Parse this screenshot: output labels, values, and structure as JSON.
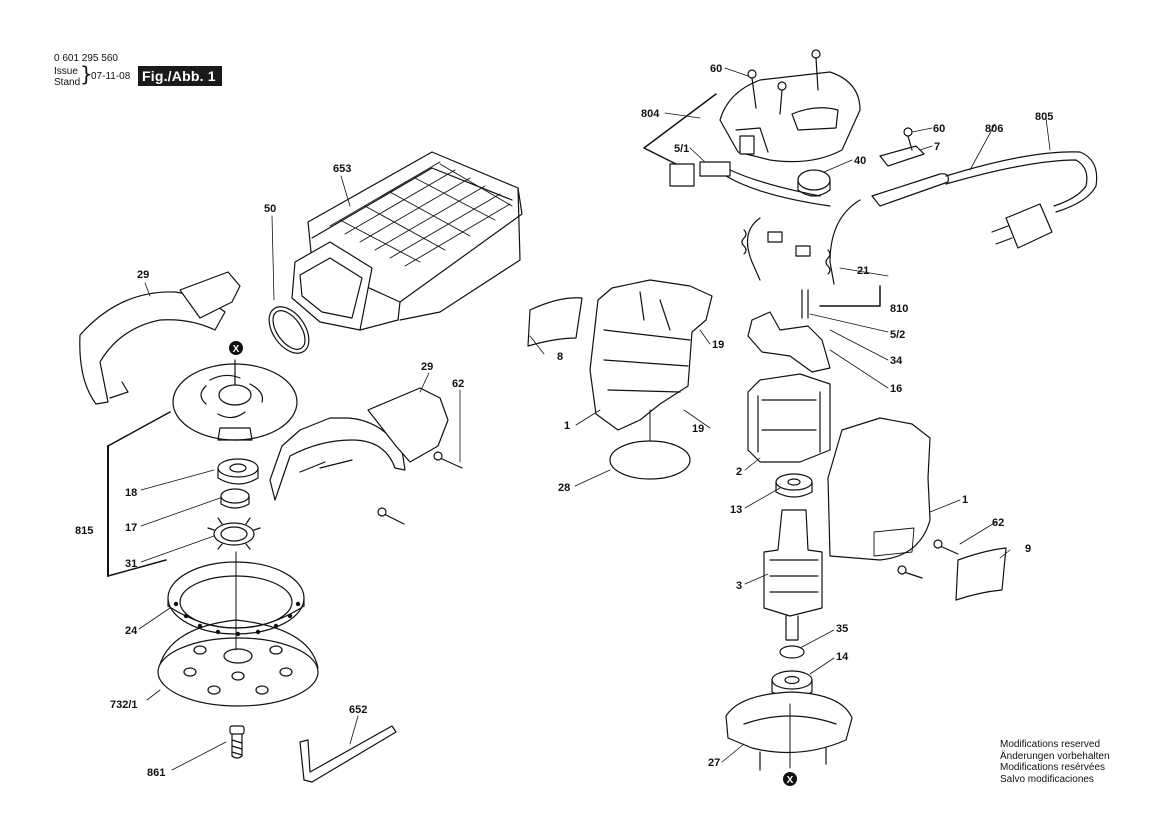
{
  "header": {
    "part_number": "0 601 295 560",
    "issue_label": "Issue",
    "stand_label": "Stand",
    "date": "07-11-08",
    "figure_label": "Fig./Abb. 1"
  },
  "notes": [
    "Modifications reserved",
    "Änderungen vorbehalten",
    "Modifications resérvées",
    "Salvo modificaciones"
  ],
  "callouts": {
    "c653": "653",
    "c50": "50",
    "c29a": "29",
    "c29b": "29",
    "c62a": "62",
    "c18": "18",
    "c815": "815",
    "c17": "17",
    "c31": "31",
    "c24": "24",
    "c732": "732/1",
    "c652": "652",
    "c861": "861",
    "c60a": "60",
    "c804": "804",
    "c51": "5/1",
    "c40": "40",
    "c60b": "60",
    "c7": "7",
    "c806": "806",
    "c805": "805",
    "c21": "21",
    "c810": "810",
    "c52": "5/2",
    "c34": "34",
    "c16": "16",
    "c8": "8",
    "c19a": "19",
    "c19b": "19",
    "c1a": "1",
    "c28": "28",
    "c2": "2",
    "c13": "13",
    "c3": "3",
    "c35": "35",
    "c14": "14",
    "c27": "27",
    "c1b": "1",
    "c62b": "62",
    "c9": "9",
    "x1": "X",
    "x2": "X"
  }
}
